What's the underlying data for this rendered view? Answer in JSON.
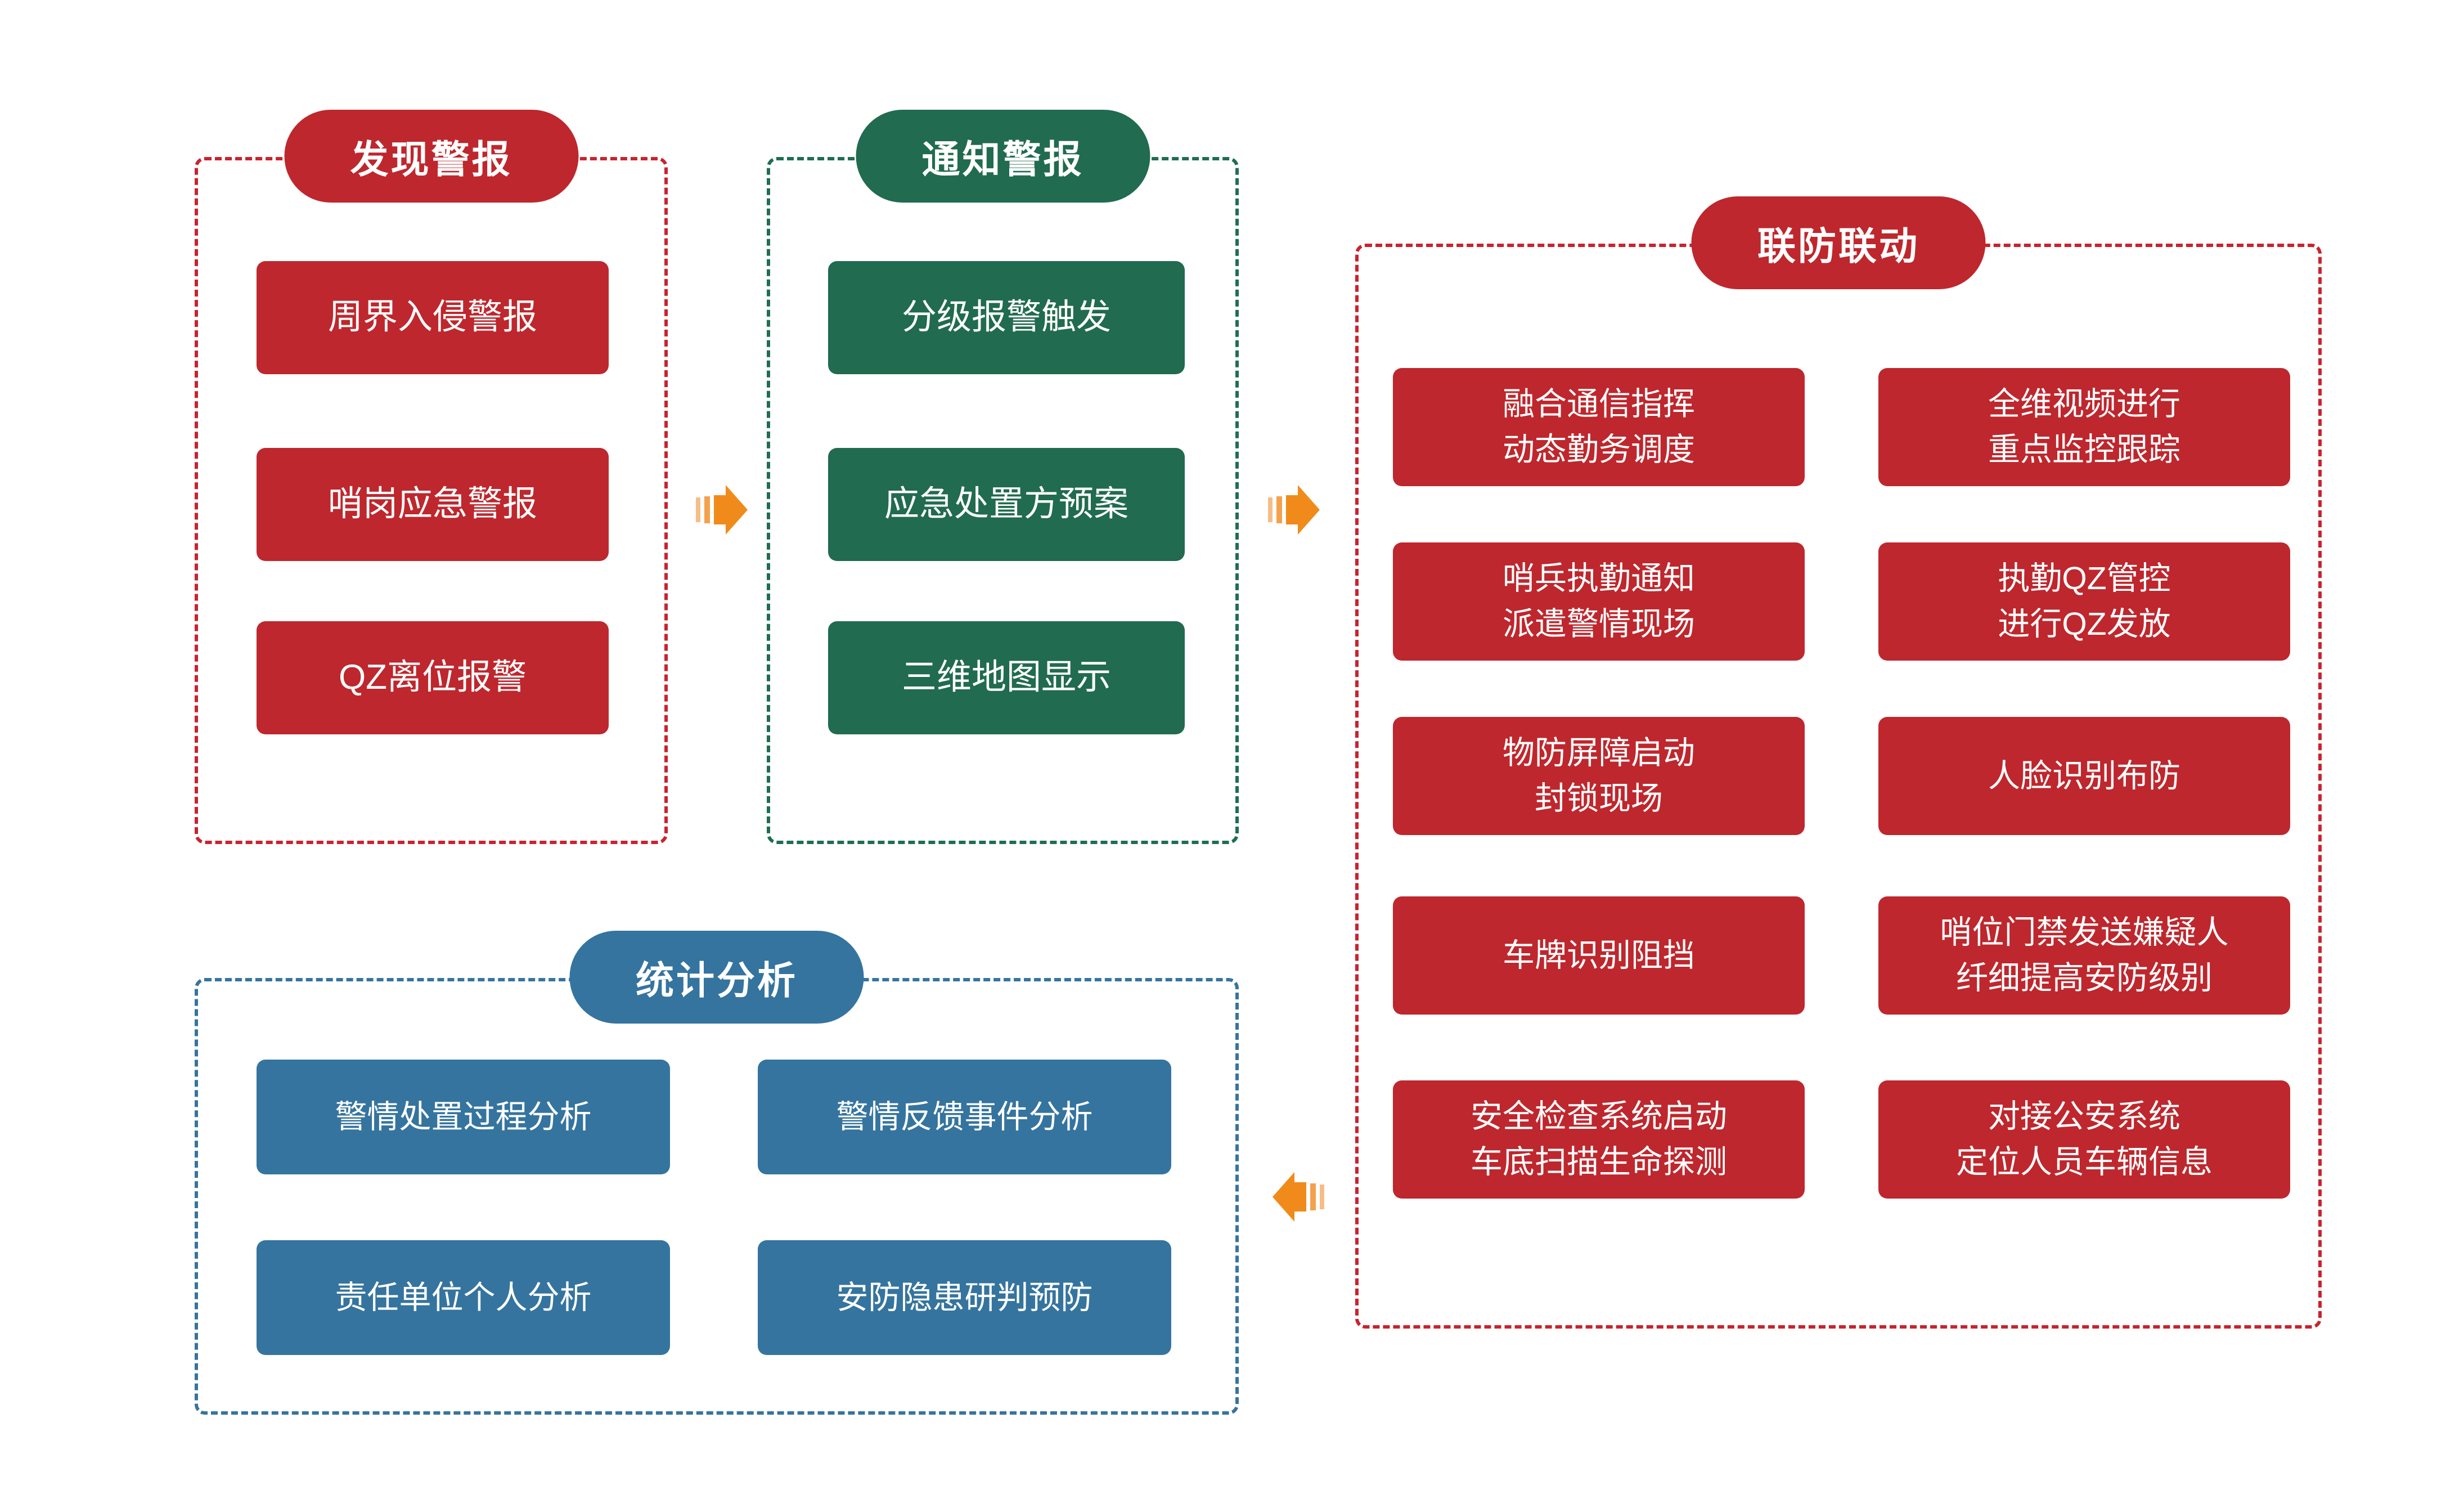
{
  "diagram": {
    "background": "#ffffff",
    "colors": {
      "red": "#BE272D",
      "red_dash": "#C8232F",
      "green": "#216B50",
      "green_dash": "#1E6E50",
      "blue": "#35749E",
      "arrow_orange": "#F08B1B",
      "arrow_orange_mid": "#F4A14C",
      "arrow_orange_light": "#F7BD86",
      "text": "#FFFFFF"
    },
    "sections": [
      {
        "id": "discover-alarm",
        "title": "发现警报",
        "color": "red",
        "items": [
          "周界入侵警报",
          "哨岗应急警报",
          "QZ离位报警"
        ]
      },
      {
        "id": "notify-alarm",
        "title": "通知警报",
        "color": "green",
        "items": [
          "分级报警触发",
          "应急处置方预案",
          "三维地图显示"
        ]
      },
      {
        "id": "joint-defense",
        "title": "联防联动",
        "color": "red",
        "items": [
          "融合通信指挥\n动态勤务调度",
          "全维视频进行\n重点监控跟踪",
          "哨兵执勤通知\n派遣警情现场",
          "执勤QZ管控\n进行QZ发放",
          "物防屏障启动\n封锁现场",
          "人脸识别布防",
          "车牌识别阻挡",
          "哨位门禁发送嫌疑人\n纤细提高安防级别",
          "安全检查系统启动\n车底扫描生命探测",
          "对接公安系统\n定位人员车辆信息"
        ]
      },
      {
        "id": "statistics",
        "title": "统计分析",
        "color": "blue",
        "items": [
          "警情处置过程分析",
          "警情反馈事件分析",
          "责任单位个人分析",
          "安防隐患研判预防"
        ]
      }
    ],
    "arrows": [
      {
        "direction": "right",
        "from": "discover-alarm",
        "to": "notify-alarm"
      },
      {
        "direction": "right",
        "from": "notify-alarm",
        "to": "joint-defense"
      },
      {
        "direction": "left",
        "from": "joint-defense",
        "to": "statistics"
      }
    ]
  }
}
